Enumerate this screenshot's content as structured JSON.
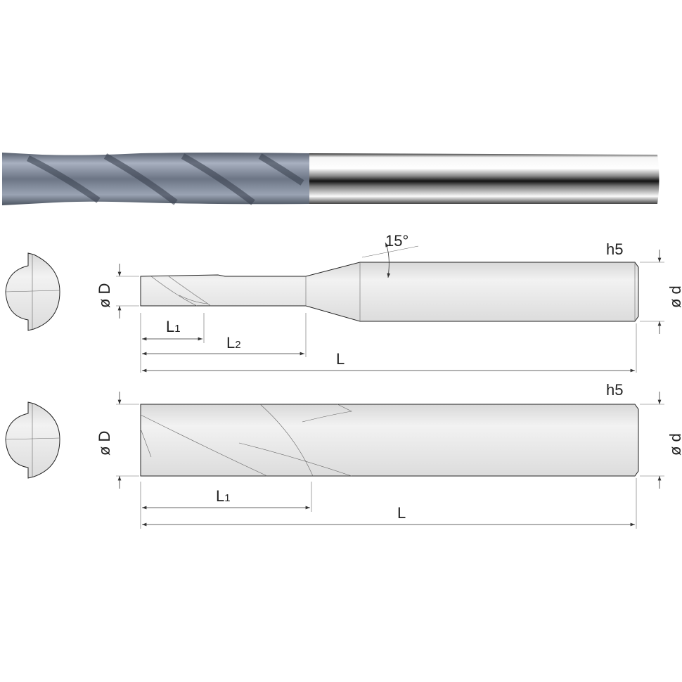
{
  "title": "2-flute long neck end mill dimensional drawing",
  "colors": {
    "coating": "#7d8798",
    "shank_light": "#ffffff",
    "shank_dark": "#1a1a1a",
    "drawing_fill": "#e6e6e6"
  },
  "view_long_neck": {
    "angle_label": "15°",
    "tolerance_label": "h5",
    "cut_diameter_label": "ø D",
    "shank_diameter_label": "ø d",
    "l1_label": {
      "main": "L",
      "sub": "1"
    },
    "l2_label": {
      "main": "L",
      "sub": "2"
    },
    "overall_length_label": "L"
  },
  "view_standard": {
    "tolerance_label": "h5",
    "cut_diameter_label": "ø D",
    "shank_diameter_label": "ø d",
    "l1_label": {
      "main": "L",
      "sub": "1"
    },
    "overall_length_label": "L"
  }
}
